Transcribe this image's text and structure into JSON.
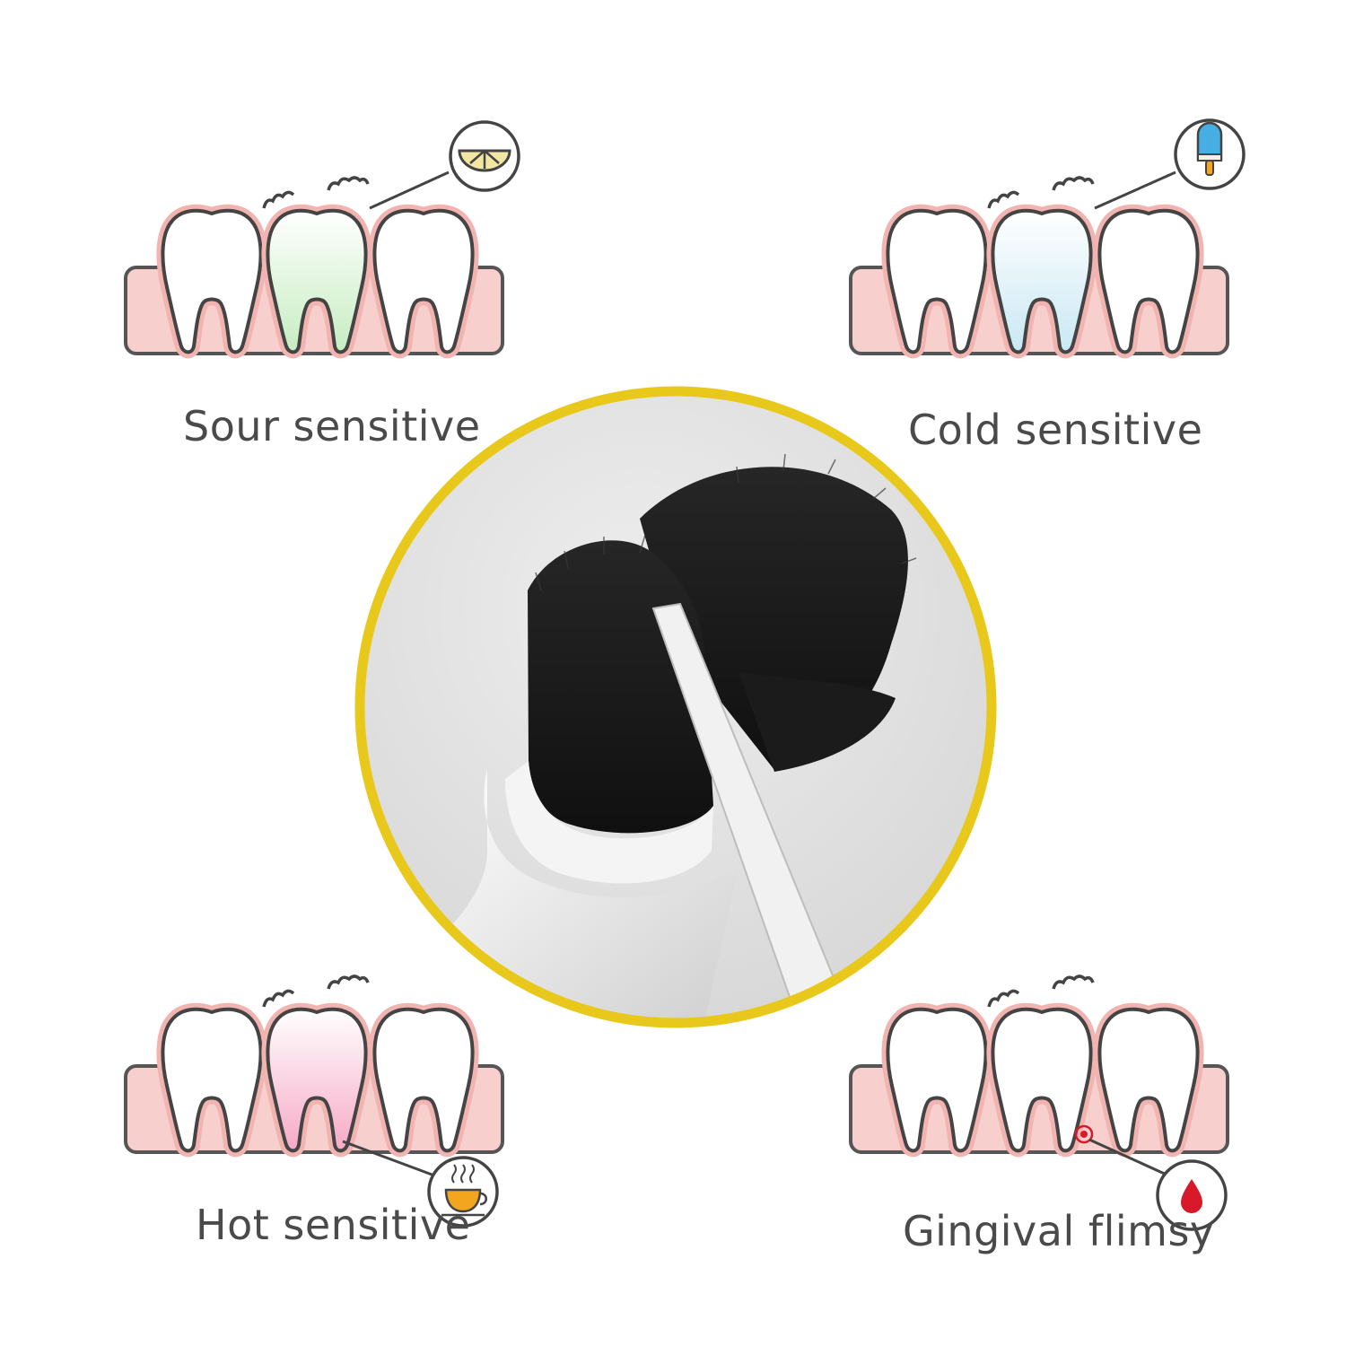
{
  "colors": {
    "gum": "#f7cfcc",
    "gum_line": "#e99a98",
    "outline": "#444444",
    "frame_ring": "#e9c81c",
    "sour_tint": "#c6edc1",
    "cold_tint": "#c9e8f4",
    "hot_tint": "#f6a9c6",
    "bleed": "#d7192a",
    "cup": "#f3a51d",
    "popsicle": "#46aee3",
    "lemon": "#f2e6a3"
  },
  "panels": [
    {
      "id": "sour",
      "label": "Sour sensitive",
      "icon": "lemon-slice-icon"
    },
    {
      "id": "cold",
      "label": "Cold sensitive",
      "icon": "popsicle-icon"
    },
    {
      "id": "hot",
      "label": "Hot sensitive",
      "icon": "hot-cup-icon"
    },
    {
      "id": "gingival",
      "label": "Gingival flimsy",
      "icon": "blood-drop-icon"
    }
  ],
  "center_image": {
    "subject": "toothbrush-head-photo"
  }
}
